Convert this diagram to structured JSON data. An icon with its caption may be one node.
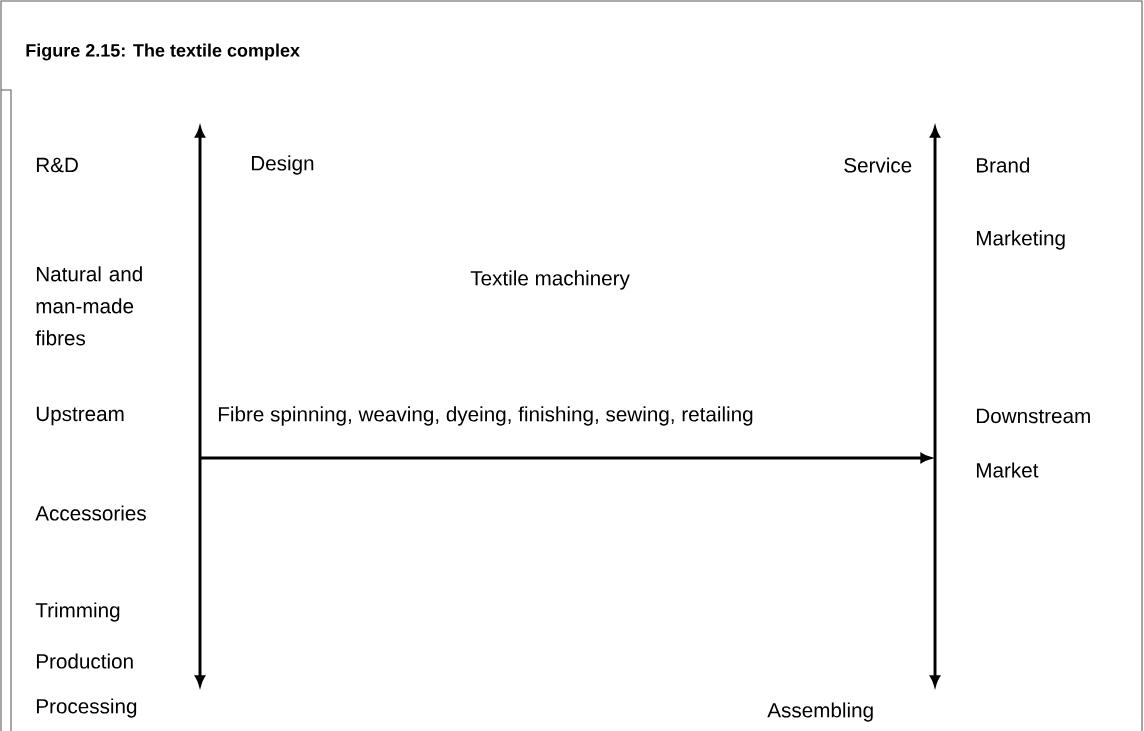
{
  "diagram": {
    "title": "Figure 2.15: The textile complex",
    "labels": [
      "R&D",
      "Design",
      "Service",
      "Brand",
      "Marketing",
      "Natural and man-made fibres",
      "Textile machinery",
      "Upstream",
      "Fibre spinning, weaving, dyeing, finishing, sewing, retailing",
      "Downstream",
      "Market",
      "Accessories",
      "Trimming",
      "Production",
      "Processing",
      "Assembling"
    ]
  }
}
